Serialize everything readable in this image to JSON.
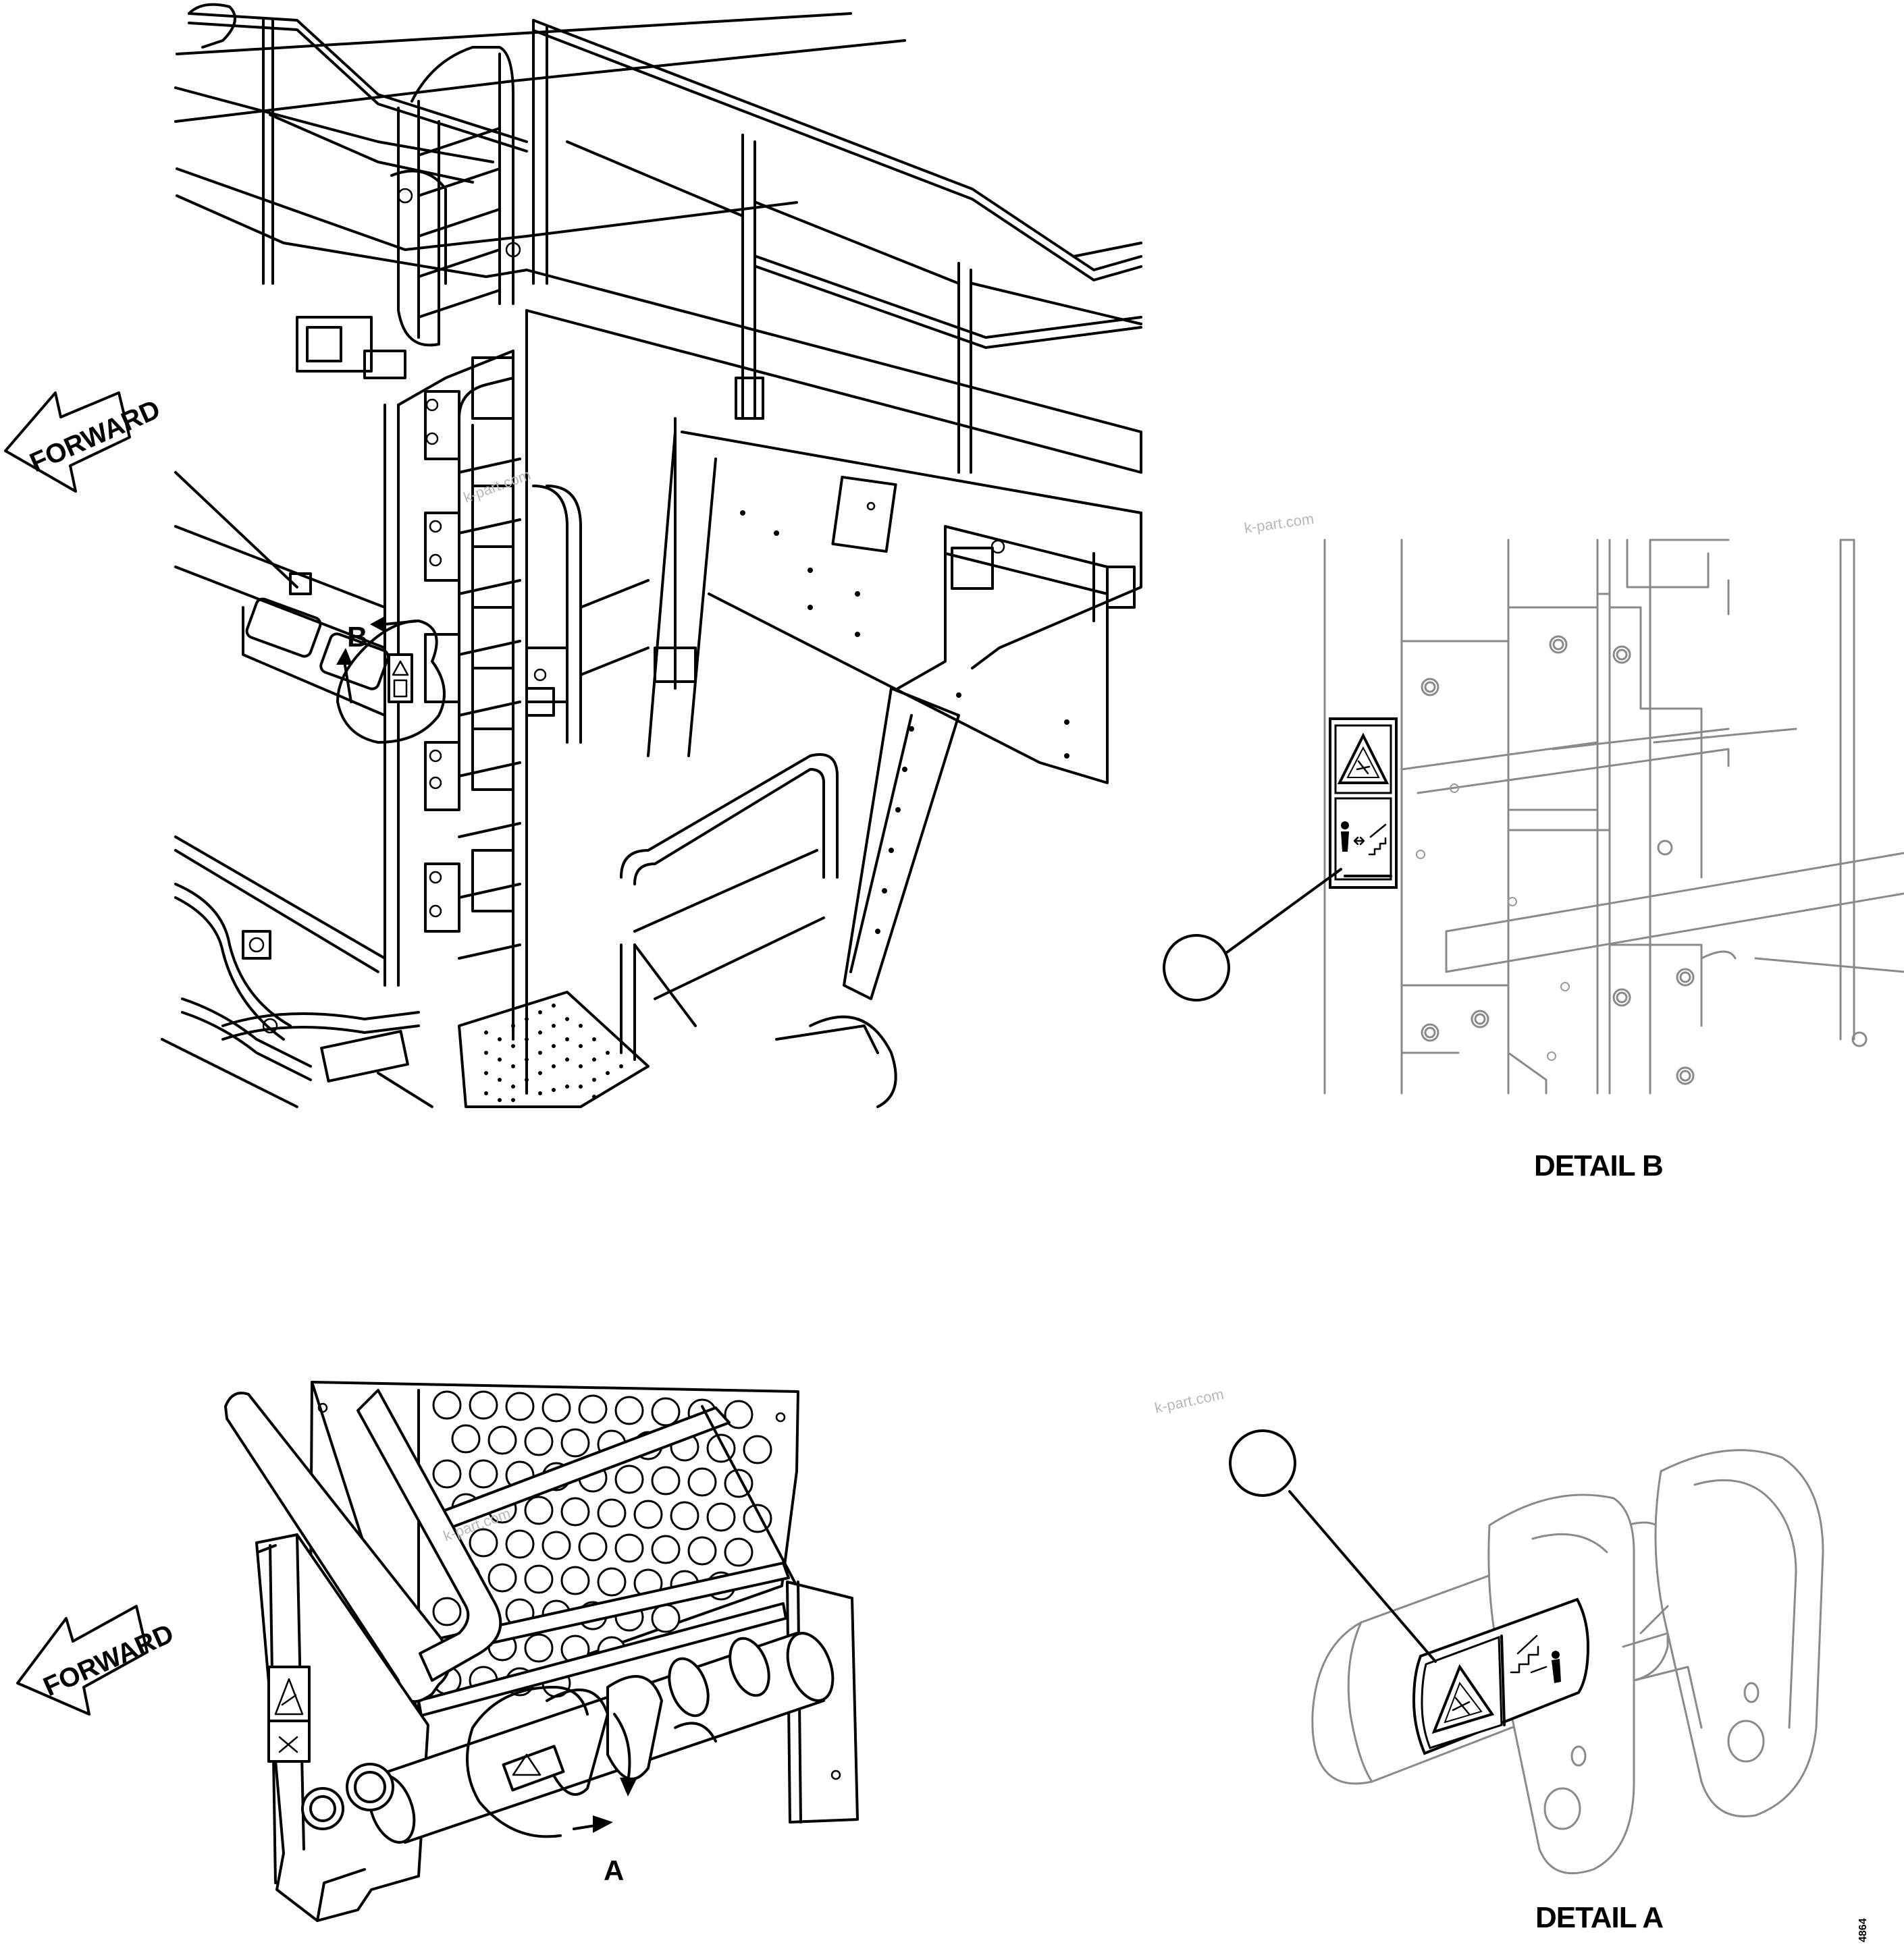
{
  "views": {
    "top_left": {
      "forward_label": "FORWARD",
      "detail_callout": "B"
    },
    "detail_b": {
      "caption": "DETAIL B"
    },
    "bottom_left": {
      "forward_label": "FORWARD",
      "detail_callout": "A"
    },
    "detail_a": {
      "caption": "DETAIL A"
    }
  },
  "watermark": "k-part.com",
  "drawing_code": "4864",
  "icons": [
    "warning-triangle-icon",
    "keep-off-ladder-icon"
  ]
}
